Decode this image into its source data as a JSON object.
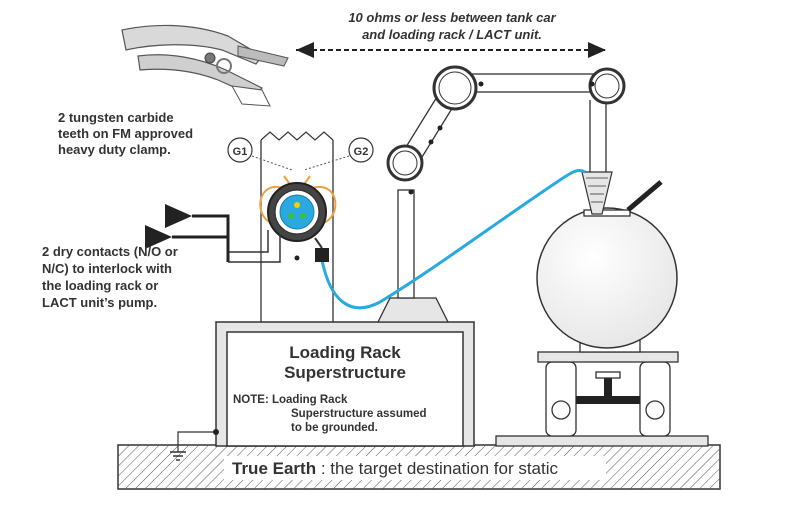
{
  "dimension_note": {
    "line1": "10 ohms or less between tank car",
    "line2": "and loading rack / LACT unit."
  },
  "clamp_note": {
    "line1": "2 tungsten carbide",
    "line2": "teeth on FM approved",
    "line3": "heavy duty clamp."
  },
  "contacts_note": {
    "line1": "2 dry contacts (N/O or",
    "line2": "N/C) to interlock with",
    "line3": "the loading rack or",
    "line4": "LACT unit’s pump."
  },
  "indicators": {
    "g1": "G1",
    "g2": "G2"
  },
  "superstructure": {
    "title_line1": "Loading Rack",
    "title_line2": "Superstructure",
    "note_line1": "NOTE: Loading Rack",
    "note_line2": "Superstructure assumed",
    "note_line3": "to be grounded."
  },
  "earth": {
    "label_bold": "True Earth",
    "label_rest": " : the target destination for static"
  },
  "colors": {
    "cable": "#29a9df",
    "line": "#333333",
    "lead": "#f0a040",
    "fill_gray": "#e6e6e6"
  }
}
